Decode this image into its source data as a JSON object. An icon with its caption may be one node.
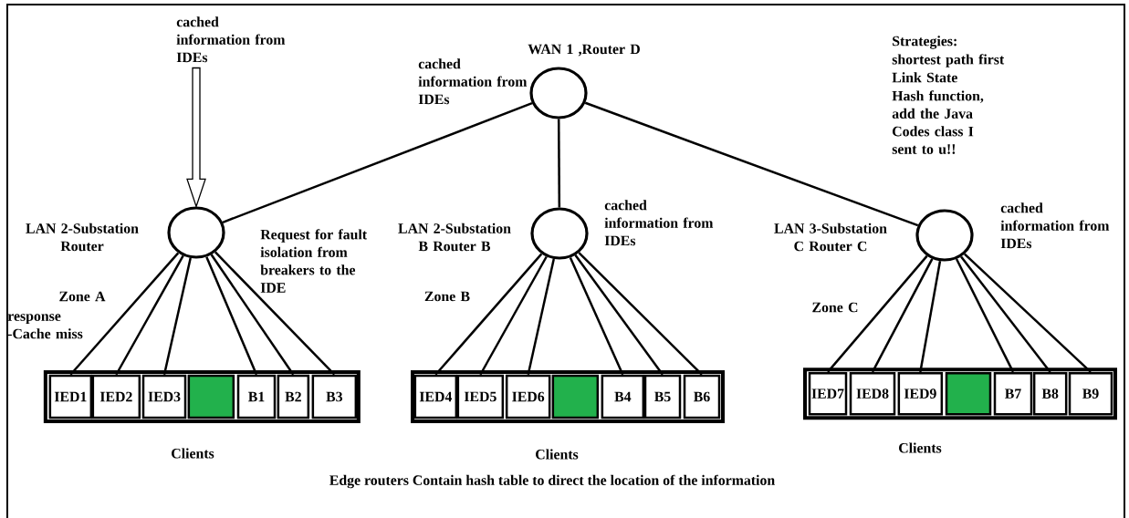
{
  "diagram": {
    "caption": "Edge routers Contain hash table to direct the location of the information",
    "nodes": [
      {
        "text": [
          "cached information from IDEs"
        ]
      },
      {
        "text": [],
        "shape": "circle",
        "beside": [
          "WAN 1 ,Router D",
          "cached information from IDEs"
        ]
      },
      {
        "text": [],
        "shape": "circle",
        "beside": [
          "LAN 2-Substation Router"
        ]
      },
      {
        "text": [],
        "shape": "circle",
        "beside": [
          "LAN 2-Substation B Router B",
          "cached information from IDEs"
        ]
      },
      {
        "text": [],
        "shape": "circle",
        "beside": [
          "LAN 3-Substation C Router C",
          "cached information from IDEs"
        ]
      },
      {
        "text": [],
        "shape": "bar",
        "beside": [
          "Clients"
        ]
      },
      {
        "text": [
          "IED1"
        ],
        "in": 5
      },
      {
        "text": [
          "IED2"
        ],
        "in": 5
      },
      {
        "text": [
          "IED3"
        ],
        "in": 5
      },
      {
        "text": [],
        "shape": "box",
        "in": 5
      },
      {
        "text": [
          "B1"
        ],
        "in": 5
      },
      {
        "text": [
          "B2"
        ],
        "in": 5
      },
      {
        "text": [
          "B3"
        ],
        "in": 5
      },
      {
        "text": [],
        "shape": "bar",
        "beside": [
          "Clients"
        ]
      },
      {
        "text": [
          "IED4"
        ],
        "in": 13
      },
      {
        "text": [
          "IED5"
        ],
        "in": 13
      },
      {
        "text": [
          "IED6"
        ],
        "in": 13
      },
      {
        "text": [],
        "shape": "box",
        "in": 13
      },
      {
        "text": [
          "B4"
        ],
        "in": 13
      },
      {
        "text": [
          "B5"
        ],
        "in": 13
      },
      {
        "text": [
          "B6"
        ],
        "in": 13
      },
      {
        "text": [],
        "shape": "bar",
        "beside": [
          "Clients"
        ]
      },
      {
        "text": [
          "IED7"
        ],
        "in": 21
      },
      {
        "text": [
          "IED8"
        ],
        "in": 21
      },
      {
        "text": [
          "IED9"
        ],
        "in": 21
      },
      {
        "text": [],
        "shape": "box",
        "in": 21
      },
      {
        "text": [
          "B7"
        ],
        "in": 21
      },
      {
        "text": [
          "B8"
        ],
        "in": 21
      },
      {
        "text": [
          "B9"
        ],
        "in": 21
      }
    ],
    "edges": [
      {
        "from": 0,
        "to": 2,
        "arrow": "to",
        "style": "thick"
      },
      {
        "from": 1,
        "to": 2,
        "arrow": "none"
      },
      {
        "from": 1,
        "to": 3,
        "arrow": "none"
      },
      {
        "from": 1,
        "to": 4,
        "arrow": "none"
      },
      {
        "from": 2,
        "to": 6,
        "arrow": "none"
      },
      {
        "from": 2,
        "to": 7,
        "arrow": "none"
      },
      {
        "from": 2,
        "to": 8,
        "arrow": "none"
      },
      {
        "from": 2,
        "to": 10,
        "arrow": "none"
      },
      {
        "from": 2,
        "to": 11,
        "arrow": "none"
      },
      {
        "from": 2,
        "to": 12,
        "arrow": "none"
      },
      {
        "from": 3,
        "to": 14,
        "arrow": "none"
      },
      {
        "from": 3,
        "to": 15,
        "arrow": "none"
      },
      {
        "from": 3,
        "to": 16,
        "arrow": "none"
      },
      {
        "from": 3,
        "to": 18,
        "arrow": "none"
      },
      {
        "from": 3,
        "to": 19,
        "arrow": "none"
      },
      {
        "from": 3,
        "to": 20,
        "arrow": "none"
      },
      {
        "from": 4,
        "to": 22,
        "arrow": "none"
      },
      {
        "from": 4,
        "to": 23,
        "arrow": "none"
      },
      {
        "from": 4,
        "to": 24,
        "arrow": "none"
      },
      {
        "from": 4,
        "to": 26,
        "arrow": "none"
      },
      {
        "from": 4,
        "to": 27,
        "arrow": "none"
      },
      {
        "from": 4,
        "to": 28,
        "arrow": "none"
      }
    ],
    "labels": [
      "Request for fault isolation from breakers to the IDE",
      "Zone A",
      "response -Cache miss",
      "Zone B",
      "Zone C",
      "Strategies:",
      "shortest path first",
      "Link State",
      "Hash function, add the Java Codes class I sent to u!!"
    ]
  }
}
